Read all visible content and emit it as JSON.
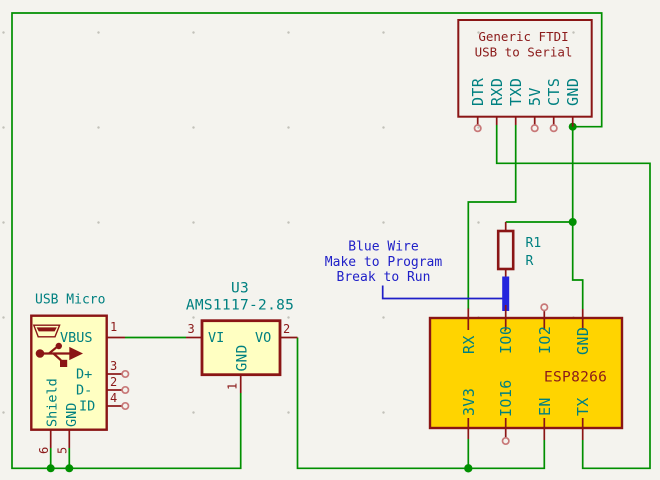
{
  "colors": {
    "background": "#f4f3ee",
    "wire_green": "#008f00",
    "symbol_outline": "#8a1515",
    "symbol_fill": "#ffffc2",
    "esp_fill": "#ffd400",
    "label_teal": "#008080",
    "text_dark_red": "#8b1a1a",
    "annotation_blue": "#2020c8",
    "thick_blue_wire": "#2525dd",
    "open_pin_circle": "#c87878"
  },
  "ftdi": {
    "title_line1": "Generic FTDI",
    "title_line2": "USB to Serial",
    "pins": [
      "DTR",
      "RXD",
      "TXD",
      "5V",
      "CTS",
      "GND"
    ]
  },
  "usb": {
    "title": "USB Micro",
    "labels": {
      "vbus": "VBUS",
      "dp": "D+",
      "dm": "D-",
      "id": "ID",
      "shield": "Shield",
      "gnd": "GND"
    },
    "numbers": {
      "vbus": "1",
      "dp": "3",
      "dm": "2",
      "id": "4",
      "shield": "6",
      "gnd": "5"
    }
  },
  "regulator": {
    "ref": "U3",
    "value": "AMS1117-2.85",
    "labels": {
      "vi": "VI",
      "vo": "VO",
      "gnd": "GND"
    },
    "numbers": {
      "vi": "3",
      "vo": "2",
      "gnd": "1"
    }
  },
  "resistor": {
    "ref": "R1",
    "value": "R"
  },
  "esp": {
    "label": "ESP8266",
    "top_pins": [
      "RX",
      "IO0",
      "IO2",
      "GND"
    ],
    "bottom_pins": [
      "3V3",
      "IO16",
      "EN",
      "TX"
    ]
  },
  "note": {
    "line1": "Blue Wire",
    "line2": "Make to Program",
    "line3": "Break to Run"
  }
}
